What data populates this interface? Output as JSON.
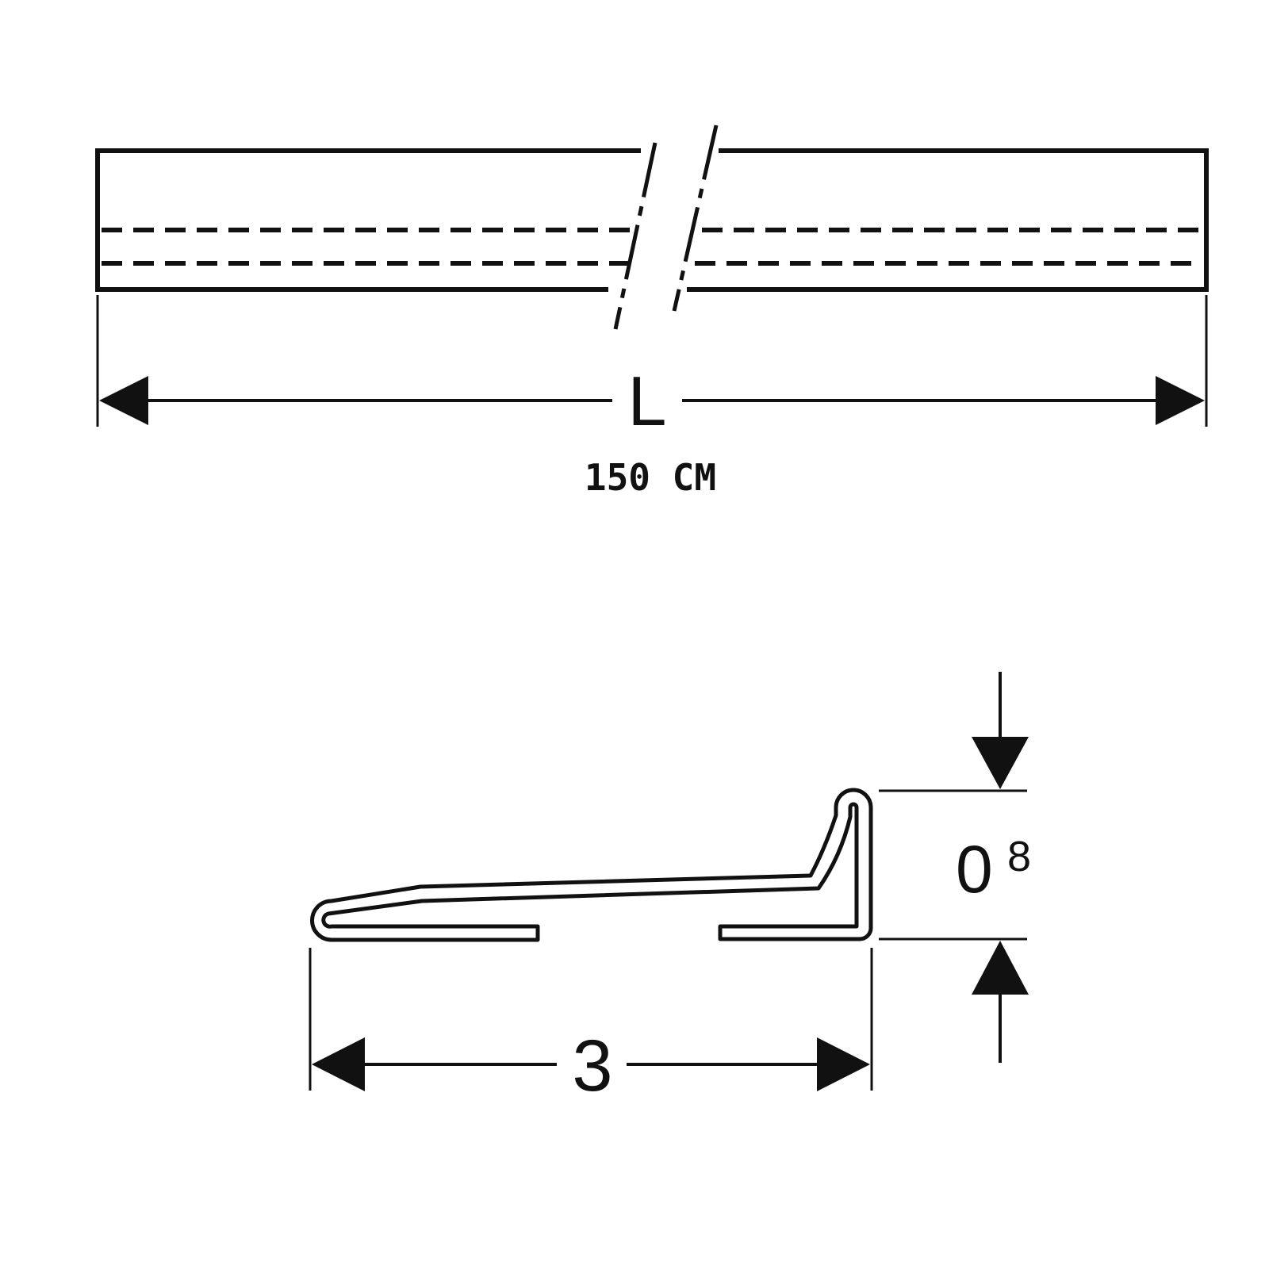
{
  "length_view": {
    "dimension_symbol": "L",
    "length_value": "150 CM"
  },
  "profile_view": {
    "width_value": "3",
    "height_value_main": "0",
    "height_value_sup": "8"
  },
  "colors": {
    "ink": "#111111",
    "background": "#ffffff"
  }
}
